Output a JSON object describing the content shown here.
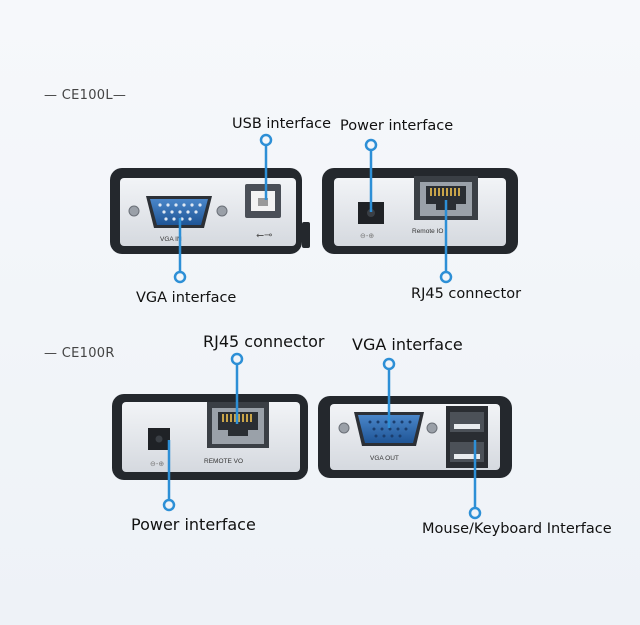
{
  "sections": {
    "top": {
      "model": "CE100L"
    },
    "bottom": {
      "model": "CE100R"
    }
  },
  "callouts": {
    "usb_interface": "USB interface",
    "power_interface_top": "Power interface",
    "vga_interface_top": "VGA interface",
    "rj45_connector_top": "RJ45 connector",
    "rj45_connector_bottom": "RJ45 connector",
    "vga_interface_bottom": "VGA interface",
    "power_interface_bottom": "Power interface",
    "mouse_keyboard_interface": "Mouse/Keyboard Interface"
  },
  "port_labels": {
    "vga_in": "VGA IN",
    "remote_io": "Remote IO",
    "remote_vo": "REMOTE VO",
    "vga_out": "VGA OUT"
  },
  "colors": {
    "callout_line": "#2d8fd6",
    "device_metal": "#e4e7ec",
    "device_frame": "#2b2f35"
  }
}
